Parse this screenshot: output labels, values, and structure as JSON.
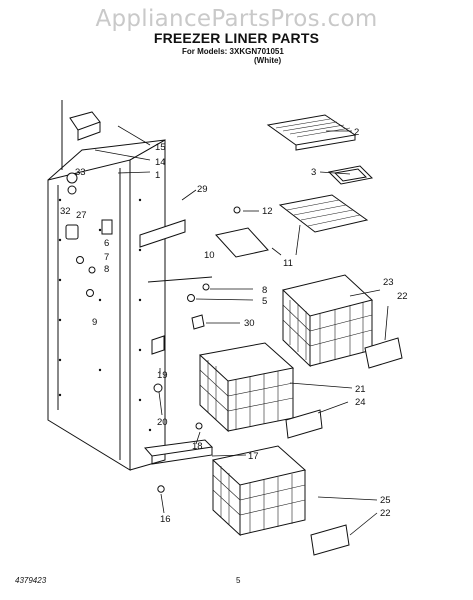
{
  "watermark": "AppliancePartsPros.com",
  "header": {
    "title": "FREEZER LINER PARTS",
    "models_label": "For Models: 3XKGN701051",
    "color_label": "(White)"
  },
  "footer": {
    "doc_number": "4379423",
    "page_number": "5"
  },
  "callouts": {
    "c1": "1",
    "c2": "2",
    "c3": "3",
    "c5": "5",
    "c6": "6",
    "c7": "7",
    "c8a": "8",
    "c8b": "8",
    "c9": "9",
    "c10": "10",
    "c11": "11",
    "c12": "12",
    "c14": "14",
    "c15": "15",
    "c16": "16",
    "c17": "17",
    "c18": "18",
    "c19": "19",
    "c20": "20",
    "c21": "21",
    "c22a": "22",
    "c22b": "22",
    "c23": "23",
    "c24": "24",
    "c25": "25",
    "c27": "27",
    "c29": "29",
    "c30": "30",
    "c32": "32",
    "c33": "33"
  }
}
